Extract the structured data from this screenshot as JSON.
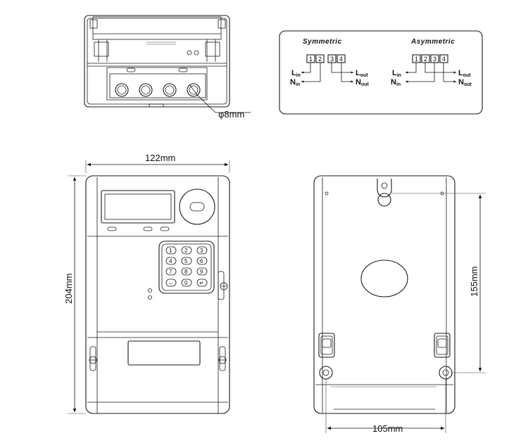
{
  "dimensions": {
    "hole_diameter": "φ8mm",
    "front_width": "122mm",
    "front_height": "204mm",
    "back_width": "105mm",
    "back_height": "155mm"
  },
  "wiring": {
    "symmetric": {
      "title": "Symmetric",
      "terminals": [
        "1",
        "2",
        "3",
        "4"
      ],
      "line_in": {
        "main": "L",
        "sub": "in"
      },
      "neutral_in": {
        "main": "N",
        "sub": "in"
      },
      "line_out": {
        "main": "L",
        "sub": "out"
      },
      "neutral_out": {
        "main": "N",
        "sub": "out"
      }
    },
    "asymmetric": {
      "title": "Asymmetric",
      "terminals": [
        "1",
        "2",
        "3",
        "4"
      ],
      "line_in": {
        "main": "L",
        "sub": "in"
      },
      "neutral_in": {
        "main": "N",
        "sub": "in"
      },
      "line_out": {
        "main": "L",
        "sub": "out"
      },
      "neutral_out": {
        "main": "N",
        "sub": "out"
      }
    }
  },
  "keypad": {
    "keys": [
      "1",
      "2",
      "3",
      "4",
      "5",
      "6",
      "7",
      "8",
      "9",
      "←",
      "0",
      "↵"
    ]
  }
}
